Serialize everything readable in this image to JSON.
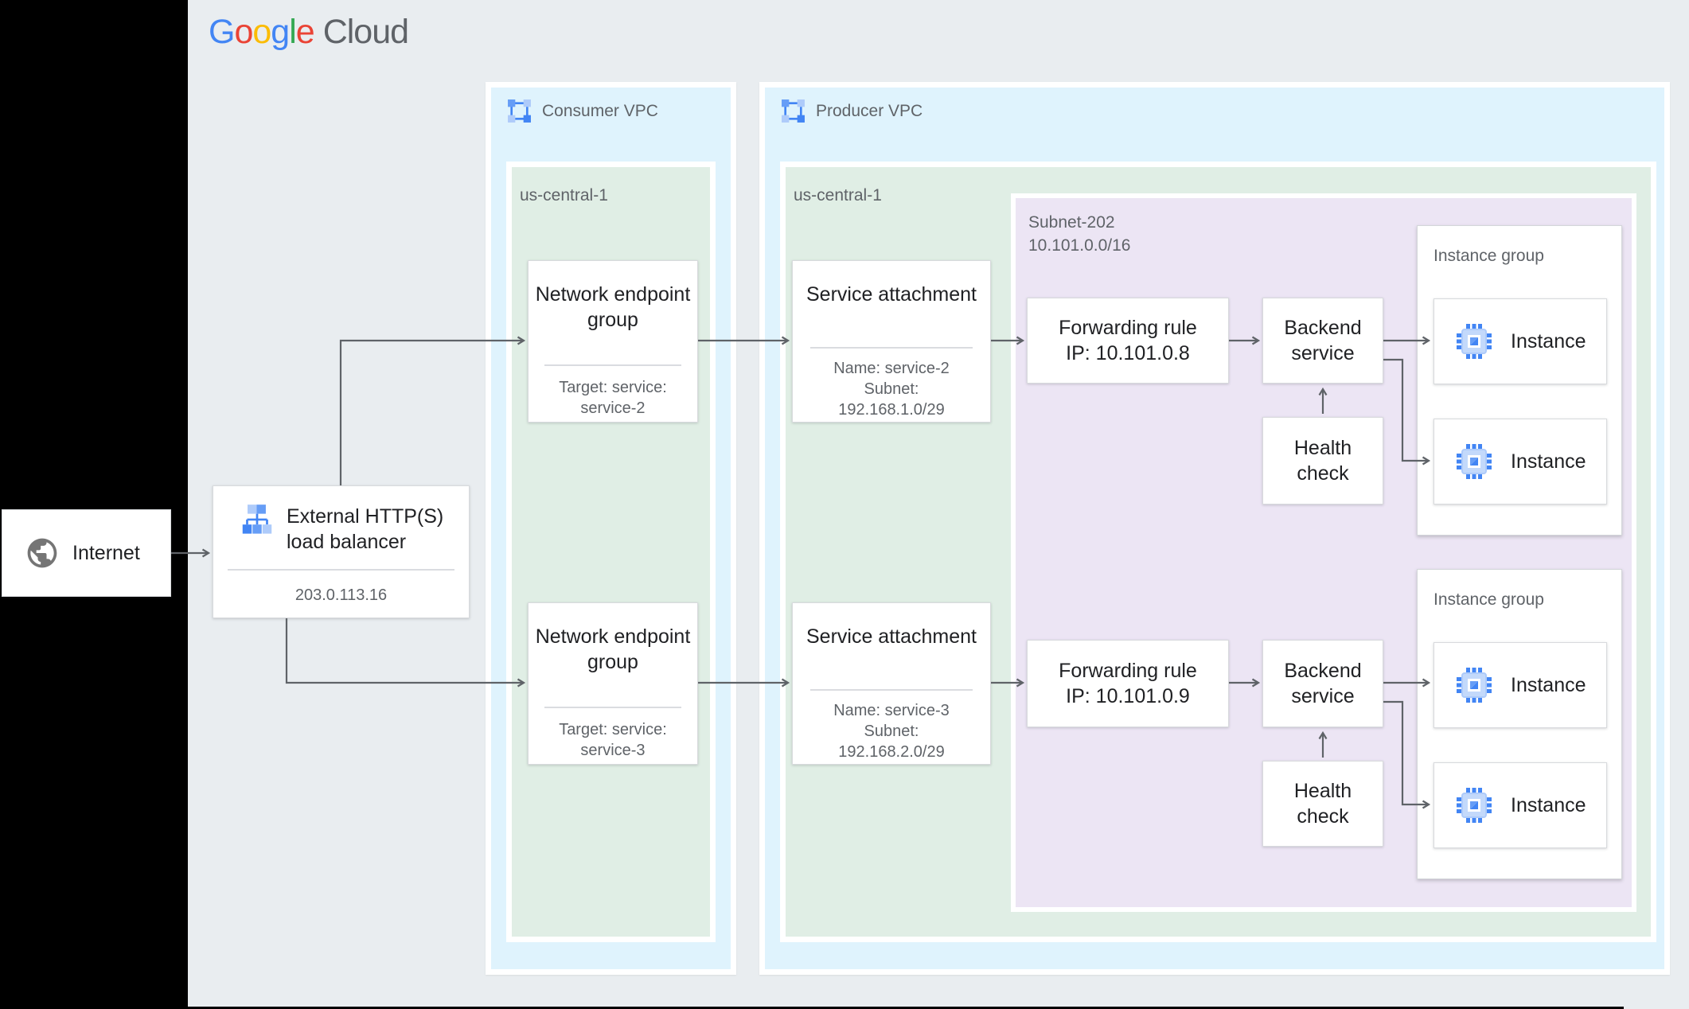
{
  "logo": {
    "letters": [
      {
        "ch": "G",
        "color": "#4285F4"
      },
      {
        "ch": "o",
        "color": "#EA4335"
      },
      {
        "ch": "o",
        "color": "#FBBC05"
      },
      {
        "ch": "g",
        "color": "#4285F4"
      },
      {
        "ch": "l",
        "color": "#34A853"
      },
      {
        "ch": "e",
        "color": "#EA4335"
      }
    ],
    "cloud": "Cloud"
  },
  "colors": {
    "vpc_fill": "#dff3fd",
    "region_fill": "#e0eee5",
    "subnet_fill": "#ece5f4",
    "outer_bg": "#e9edf0",
    "arrow": "#5f6368",
    "icon_blue_dark": "#4285f4",
    "icon_blue_mid": "#669df6",
    "icon_blue_light": "#aecbfa"
  },
  "internet": {
    "label": "Internet"
  },
  "load_balancer": {
    "title": "External HTTP(S) load balancer",
    "ip": "203.0.113.16"
  },
  "consumer": {
    "label": "Consumer VPC",
    "region_label": "us-central-1",
    "neg1": {
      "title": "Network endpoint group",
      "detail": "Target: service: service-2"
    },
    "neg2": {
      "title": "Network endpoint group",
      "detail": "Target: service: service-3"
    }
  },
  "producer": {
    "label": "Producer VPC",
    "region_label": "us-central-1",
    "sa1": {
      "title": "Service attachment",
      "name": "Name: service-2",
      "subnet": "Subnet: 192.168.1.0/29"
    },
    "sa2": {
      "title": "Service attachment",
      "name": "Name: service-3",
      "subnet": "Subnet: 192.168.2.0/29"
    },
    "subnet": {
      "name": "Subnet-202",
      "cidr": "10.101.0.0/16",
      "fr1": {
        "line1": "Forwarding rule",
        "line2": "IP: 10.101.0.8"
      },
      "fr2": {
        "line1": "Forwarding rule",
        "line2": "IP: 10.101.0.9"
      },
      "be1": {
        "label": "Backend service"
      },
      "be2": {
        "label": "Backend service"
      },
      "hc1": {
        "label": "Health check"
      },
      "hc2": {
        "label": "Health check"
      },
      "ig1": {
        "label": "Instance group",
        "instances": [
          "Instance",
          "Instance"
        ]
      },
      "ig2": {
        "label": "Instance group",
        "instances": [
          "Instance",
          "Instance"
        ]
      }
    }
  }
}
